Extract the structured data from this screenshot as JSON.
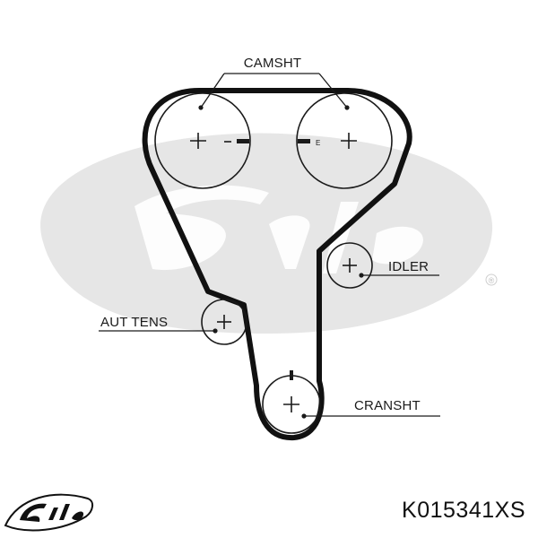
{
  "brand": {
    "logo_text": "Gates",
    "registered_mark": "®",
    "watermark_color": "#e6e6e6",
    "logo_color": "#111111"
  },
  "labels": {
    "camshaft": "CAMSHT",
    "idler": "IDLER",
    "tensioner": "AUT TENS",
    "crankshaft": "CRANSHT",
    "cam_mark_left": "–",
    "cam_mark_right": "E"
  },
  "part_number": "K015341XS",
  "colors": {
    "belt": "#111111",
    "pulley_stroke": "#1a1a1a",
    "text": "#111111"
  }
}
